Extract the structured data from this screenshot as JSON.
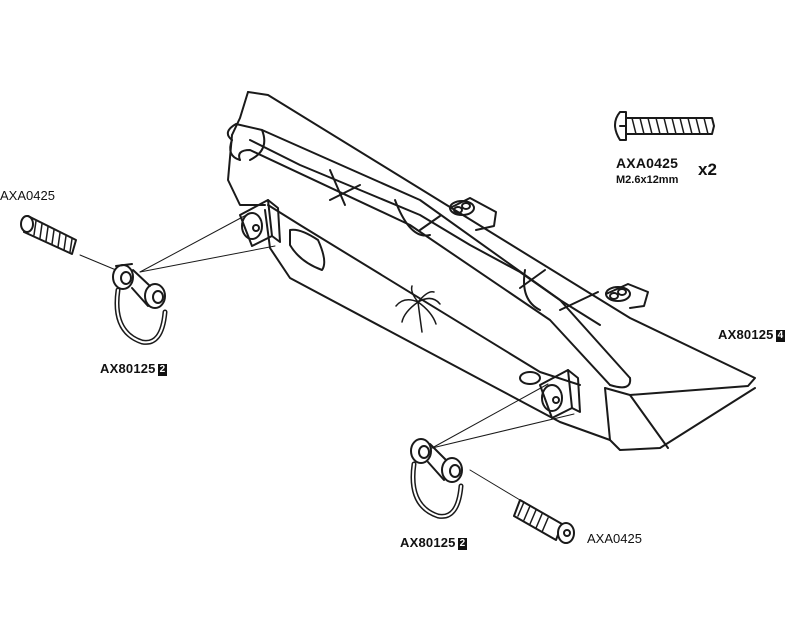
{
  "labels": {
    "screw_left": "AXA0425",
    "shackle_left": "AX80125",
    "shackle_left_qty": "2",
    "bumper": "AX80125",
    "bumper_qty": "4",
    "shackle_right": "AX80125",
    "shackle_right_qty": "2",
    "screw_right": "AXA0425",
    "hardware_part": "AXA0425",
    "hardware_size": "M2.6x12mm",
    "hardware_count": "x2"
  },
  "icons": [
    "screw-icon",
    "palm-tree-logo-icon"
  ],
  "colors": {
    "line": "#1a1a1a",
    "qty_box": "#111111",
    "background": "#ffffff"
  }
}
